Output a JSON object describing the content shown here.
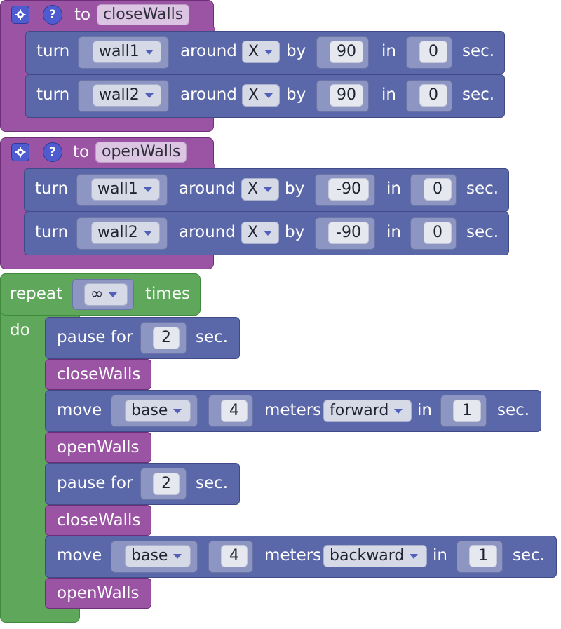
{
  "procedures": [
    {
      "keyword": "to",
      "name": "closeWalls",
      "statements": [
        {
          "verb": "turn",
          "object": "wall1",
          "around_label": "around",
          "axis": "X",
          "by_label": "by",
          "amount": "90",
          "in_label": "in",
          "duration": "0",
          "unit": "sec."
        },
        {
          "verb": "turn",
          "object": "wall2",
          "around_label": "around",
          "axis": "X",
          "by_label": "by",
          "amount": "90",
          "in_label": "in",
          "duration": "0",
          "unit": "sec."
        }
      ]
    },
    {
      "keyword": "to",
      "name": "openWalls",
      "statements": [
        {
          "verb": "turn",
          "object": "wall1",
          "around_label": "around",
          "axis": "X",
          "by_label": "by",
          "amount": "-90",
          "in_label": "in",
          "duration": "0",
          "unit": "sec."
        },
        {
          "verb": "turn",
          "object": "wall2",
          "around_label": "around",
          "axis": "X",
          "by_label": "by",
          "amount": "-90",
          "in_label": "in",
          "duration": "0",
          "unit": "sec."
        }
      ]
    }
  ],
  "repeat_block": {
    "repeat_label": "repeat",
    "count": "∞",
    "times_label": "times",
    "do_label": "do",
    "body": [
      {
        "type": "pause",
        "label": "pause for",
        "value": "2",
        "unit": "sec."
      },
      {
        "type": "call",
        "name": "closeWalls"
      },
      {
        "type": "move",
        "verb": "move",
        "object": "base",
        "distance": "4",
        "meters_label": "meters",
        "direction": "forward",
        "in_label": "in",
        "duration": "1",
        "unit": "sec."
      },
      {
        "type": "call",
        "name": "openWalls"
      },
      {
        "type": "pause",
        "label": "pause for",
        "value": "2",
        "unit": "sec."
      },
      {
        "type": "call",
        "name": "closeWalls"
      },
      {
        "type": "move",
        "verb": "move",
        "object": "base",
        "distance": "4",
        "meters_label": "meters",
        "direction": "backward",
        "in_label": "in",
        "duration": "1",
        "unit": "sec."
      },
      {
        "type": "call",
        "name": "openWalls"
      }
    ]
  },
  "icons": {
    "settings": "gear-icon",
    "help": "?"
  },
  "colors": {
    "procedure": "#9b54a3",
    "statement": "#5a67a8",
    "repeat": "#5fa85b",
    "icon": "#4f5cd0"
  }
}
